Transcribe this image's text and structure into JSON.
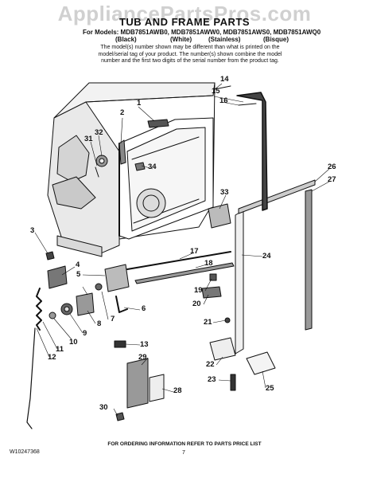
{
  "header": {
    "watermark": "AppliancePartsPros.com",
    "title": "TUB AND FRAME PARTS",
    "models_line": "For Models: MDB7851AWB0, MDB7851AWW0, MDB7851AWS0, MDB7851AWQ0",
    "finishes": [
      "(Black)",
      "(White)",
      "(Stainless)",
      "(Bisque)"
    ],
    "note": "The model(s) number shown may be different than what is printed on the model/serial tag of your product. The number(s) shown combine the model number and the first two digits of the serial number from the product tag."
  },
  "callouts": [
    "1",
    "2",
    "3",
    "4",
    "5",
    "6",
    "7",
    "8",
    "9",
    "10",
    "11",
    "12",
    "13",
    "14",
    "15",
    "16",
    "17",
    "18",
    "19",
    "20",
    "21",
    "22",
    "23",
    "24",
    "25",
    "26",
    "27",
    "28",
    "29",
    "30",
    "31",
    "32",
    "33",
    "34"
  ],
  "footer": {
    "ordering_info": "FOR ORDERING INFORMATION REFER TO PARTS PRICE LIST",
    "doc_number": "W10247368",
    "page_number": "7"
  }
}
